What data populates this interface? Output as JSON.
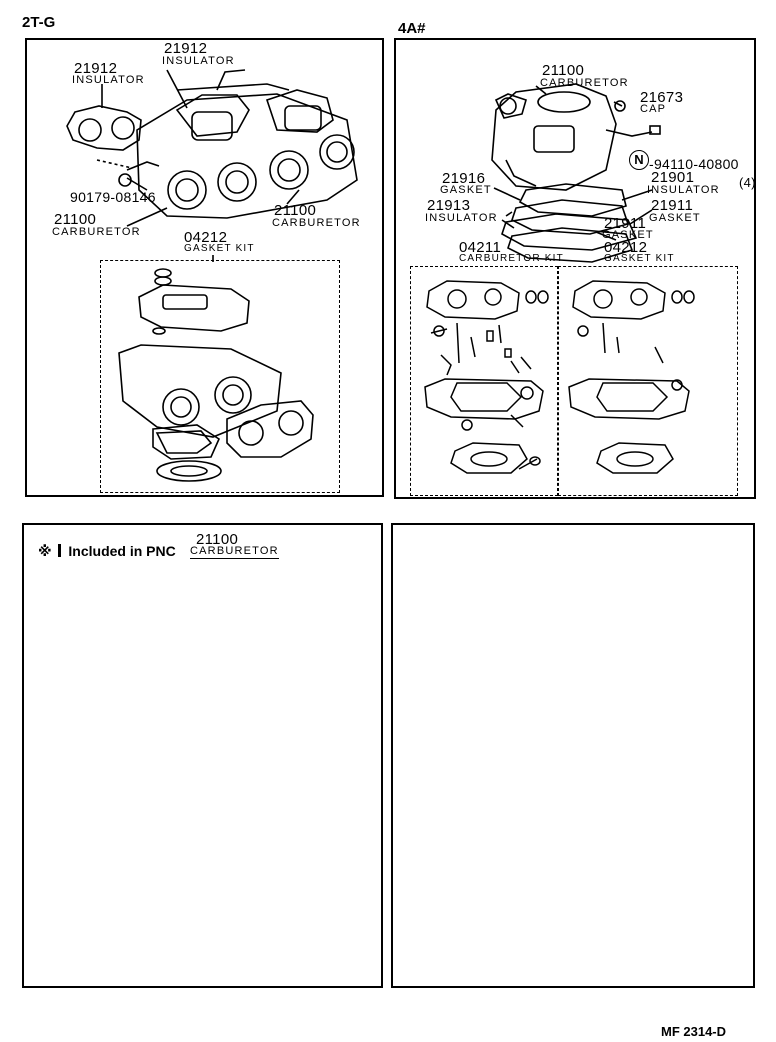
{
  "page": {
    "code": "MF 2314-D"
  },
  "left": {
    "engine": "2T-G",
    "labels": {
      "ins1_num": "21912",
      "ins1_name": "INSULATOR",
      "ins2_num": "21912",
      "ins2_name": "INSULATOR",
      "bolt_num": "90179-08146",
      "carb1_num": "21100",
      "carb1_name": "CARBURETOR",
      "carb2_num": "21100",
      "carb2_name": "CARBURETOR",
      "kit_num": "04212",
      "kit_name": "GASKET KIT"
    }
  },
  "right": {
    "engine": "4A#",
    "labels": {
      "carb_num": "21100",
      "carb_name": "CARBURETOR",
      "cap_num": "21673",
      "cap_name": "CAP",
      "n_mark": "N",
      "nut_num": "-94110-40800",
      "nut_qty": "(4)",
      "gasket16_num": "21916",
      "gasket16_name": "GASKET",
      "ins01_num": "21901",
      "ins01_name": "INSULATOR",
      "ins13_num": "21913",
      "ins13_name": "INSULATOR",
      "gasket11a_num": "21911",
      "gasket11a_name": "GASKET",
      "gasket11b_num": "21911",
      "gasket11b_name": "GASKET",
      "kit1_num": "04211",
      "kit1_name": "CARBURETOR KIT",
      "kit2_num": "04212",
      "kit2_name": "GASKET KIT"
    }
  },
  "legend": {
    "symbol": "※",
    "text": "Included in PNC",
    "pnc_num": "21100",
    "pnc_name": "CARBURETOR"
  }
}
